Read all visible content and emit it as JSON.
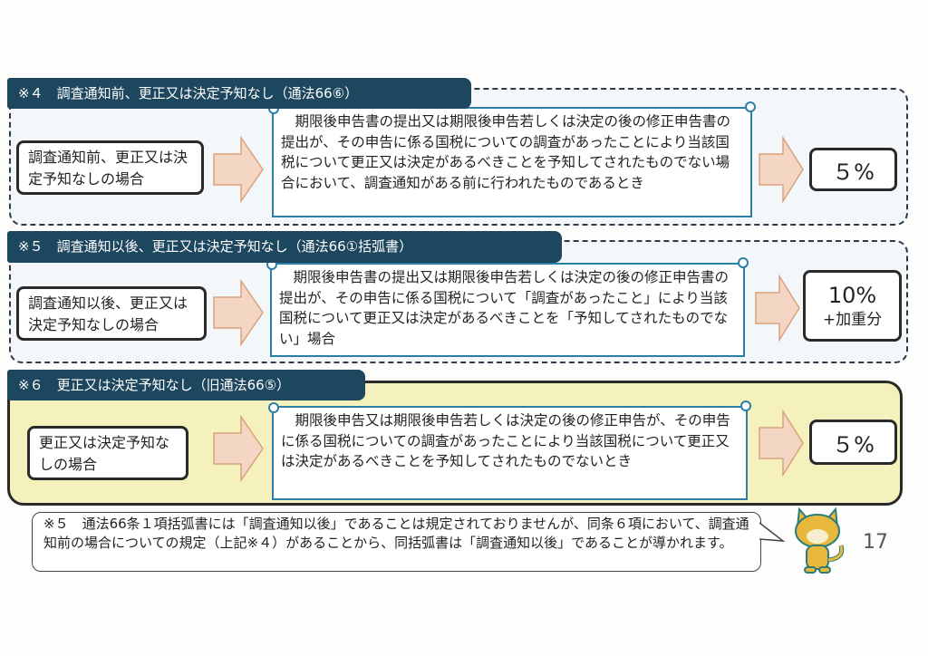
{
  "sections": [
    {
      "header": "※４　調査通知前、更正又は決定予知なし（通法66⑥）",
      "case": "調査通知前、更正又は決定予知なしの場合",
      "condition": "　期限後申告書の提出又は期限後申告若しくは決定の後の修正申告書の提出が、その申告に係る国税についての調査があったことにより当該国税について更正又は決定があるべきことを予知してされたものでない場合において、調査通知がある前に行われたものであるとき",
      "rate": "５%",
      "rate_extra": ""
    },
    {
      "header": "※５　調査通知以後、更正又は決定予知なし（通法66①括弧書）",
      "case": "調査通知以後、更正又は決定予知なしの場合",
      "condition": "　期限後申告書の提出又は期限後申告若しくは決定の後の修正申告書の提出が、その申告に係る国税について「調査があったこと」により当該国税について更正又は決定があるべきことを「予知してされたものでない」場合",
      "rate": "10%",
      "rate_extra": "+加重分"
    },
    {
      "header": "※６　更正又は決定予知なし（旧通法66⑤）",
      "case": "更正又は決定予知なしの場合",
      "condition": "　期限後申告又は期限後申告若しくは決定の後の修正申告が、その申告に係る国税についての調査があったことにより当該国税について更正又は決定があるべきことを予知してされたものでないとき",
      "rate": "５%",
      "rate_extra": ""
    }
  ],
  "note": "※５　通法66条１項括弧書には「調査通知以後」であることは規定されておりませんが、同条６項において、調査通知前の場合についての規定（上記※４）があることから、同括弧書は「調査通知以後」であることが導かれます。",
  "page_number": "17",
  "colors": {
    "header": "#1d465f",
    "scroll_border": "#2b7ea6",
    "arrow_fill": "#f3d6c4",
    "arrow_stroke": "#d9a27c",
    "yellow": "#f4f1bd"
  }
}
